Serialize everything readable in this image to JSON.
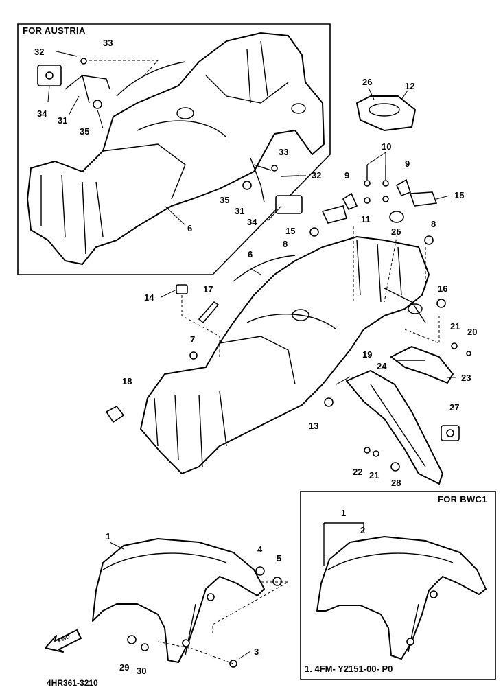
{
  "frames": {
    "austria_label": "FOR AUSTRIA",
    "bwc1_label": "FOR BWC1",
    "bwc1_note": "1. 4FM- Y2151-00- P0"
  },
  "drawing_code": "4HR361-3210",
  "arrow_label": "FWD",
  "callouts": [
    {
      "id": "c33a",
      "text": "33"
    },
    {
      "id": "c32a",
      "text": "32"
    },
    {
      "id": "c34a",
      "text": "34"
    },
    {
      "id": "c31a",
      "text": "31"
    },
    {
      "id": "c35a",
      "text": "35"
    },
    {
      "id": "c6a",
      "text": "6"
    },
    {
      "id": "c33b",
      "text": "33"
    },
    {
      "id": "c32b",
      "text": "32"
    },
    {
      "id": "c35b",
      "text": "35"
    },
    {
      "id": "c31b",
      "text": "31"
    },
    {
      "id": "c34b",
      "text": "34"
    },
    {
      "id": "c26",
      "text": "26"
    },
    {
      "id": "c12",
      "text": "12"
    },
    {
      "id": "c10",
      "text": "10"
    },
    {
      "id": "c9a",
      "text": "9"
    },
    {
      "id": "c9b",
      "text": "9"
    },
    {
      "id": "c15a",
      "text": "15"
    },
    {
      "id": "c15b",
      "text": "15"
    },
    {
      "id": "c11",
      "text": "11"
    },
    {
      "id": "c8a",
      "text": "8"
    },
    {
      "id": "c8b",
      "text": "8"
    },
    {
      "id": "c25",
      "text": "25"
    },
    {
      "id": "c6b",
      "text": "6"
    },
    {
      "id": "c14",
      "text": "14"
    },
    {
      "id": "c17",
      "text": "17"
    },
    {
      "id": "c16",
      "text": "16"
    },
    {
      "id": "c21a",
      "text": "21"
    },
    {
      "id": "c20",
      "text": "20"
    },
    {
      "id": "c7",
      "text": "7"
    },
    {
      "id": "c19",
      "text": "19"
    },
    {
      "id": "c24",
      "text": "24"
    },
    {
      "id": "c23",
      "text": "23"
    },
    {
      "id": "c18",
      "text": "18"
    },
    {
      "id": "c13",
      "text": "13"
    },
    {
      "id": "c27",
      "text": "27"
    },
    {
      "id": "c22",
      "text": "22"
    },
    {
      "id": "c21b",
      "text": "21"
    },
    {
      "id": "c28",
      "text": "28"
    },
    {
      "id": "c1a",
      "text": "1"
    },
    {
      "id": "c4",
      "text": "4"
    },
    {
      "id": "c5",
      "text": "5"
    },
    {
      "id": "c3",
      "text": "3"
    },
    {
      "id": "c29",
      "text": "29"
    },
    {
      "id": "c30",
      "text": "30"
    },
    {
      "id": "c1b",
      "text": "1"
    },
    {
      "id": "c2",
      "text": "2"
    }
  ]
}
